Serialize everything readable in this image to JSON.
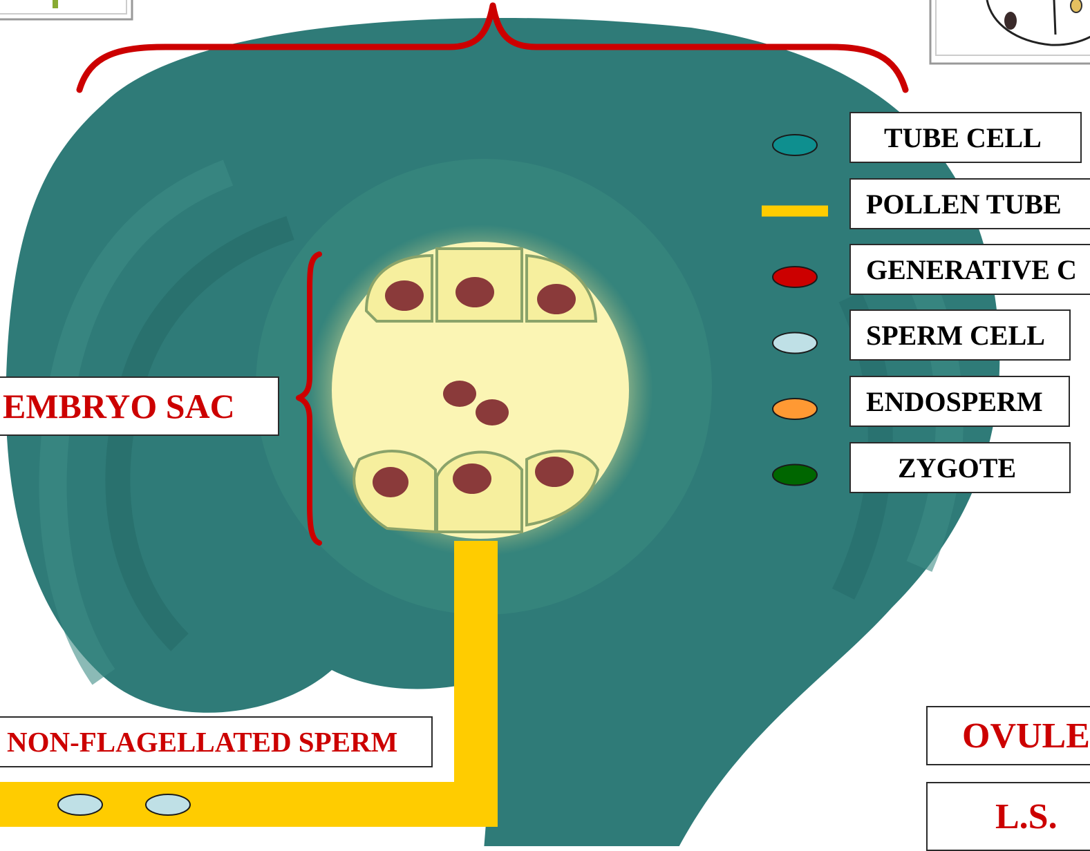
{
  "labels": {
    "embryo_sac": "EMBRYO SAC",
    "non_flagellated_sperm": "NON-FLAGELLATED SPERM",
    "ovule": "OVULE",
    "ls": "L.S."
  },
  "legend": [
    {
      "label": "TUBE CELL",
      "swatch": "ellipse",
      "color": "#0e8f8f"
    },
    {
      "label": "POLLEN TUBE",
      "swatch": "bar",
      "color": "#ffcc00"
    },
    {
      "label": "GENERATIVE C",
      "swatch": "ellipse",
      "color": "#cc0000"
    },
    {
      "label": "SPERM CELL",
      "swatch": "ellipse",
      "color": "#bfe0e6"
    },
    {
      "label": "ENDOSPERM",
      "swatch": "ellipse",
      "color": "#ff9933"
    },
    {
      "label": "ZYGOTE",
      "swatch": "ellipse",
      "color": "#006600"
    }
  ],
  "colors": {
    "ovule_tissue": "#2f7b78",
    "embryo_sac": "#fbf5b4",
    "nucleus": "#8a3a3a",
    "pollen_tube": "#ffcc00",
    "brace": "#cc0000",
    "sperm": "#bfe0e6"
  },
  "icons": {
    "brace_top": "curly-brace-icon",
    "brace_left": "curly-brace-icon"
  }
}
